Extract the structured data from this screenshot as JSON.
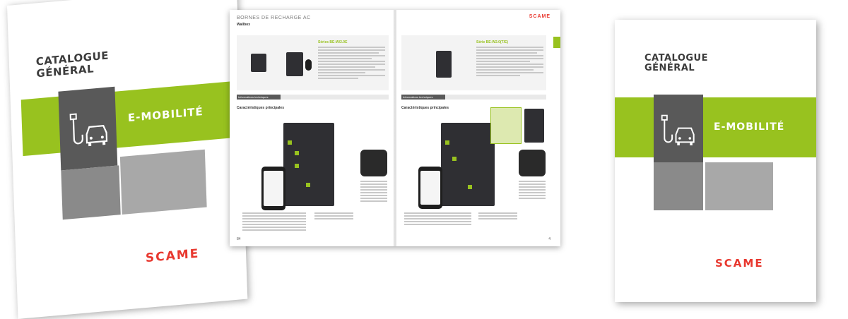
{
  "colors": {
    "brand_green": "#98c21f",
    "brand_red": "#e8382f",
    "dark_grey": "#595959"
  },
  "cover": {
    "title_line1": "CATALOGUE",
    "title_line2": "GÉNÉRAL",
    "section": "E-MOBILITÉ",
    "brand": "SCAME",
    "icon": "ev-charging-car-icon"
  },
  "spread": {
    "left_page": {
      "header": "BORNES DE RECHARGE AC",
      "subheader": "Wallbox",
      "series_title": "Séries BE-W/2.0E",
      "tab_label": "Informations techniques",
      "main_section": "Caractéristiques principales",
      "page_number": "84"
    },
    "right_page": {
      "brand": "SCAME",
      "series_title": "Série BE-W2.0(T/E)",
      "tab_label": "Informations techniques",
      "main_section": "Caractéristiques principales",
      "page_number": "4"
    }
  }
}
